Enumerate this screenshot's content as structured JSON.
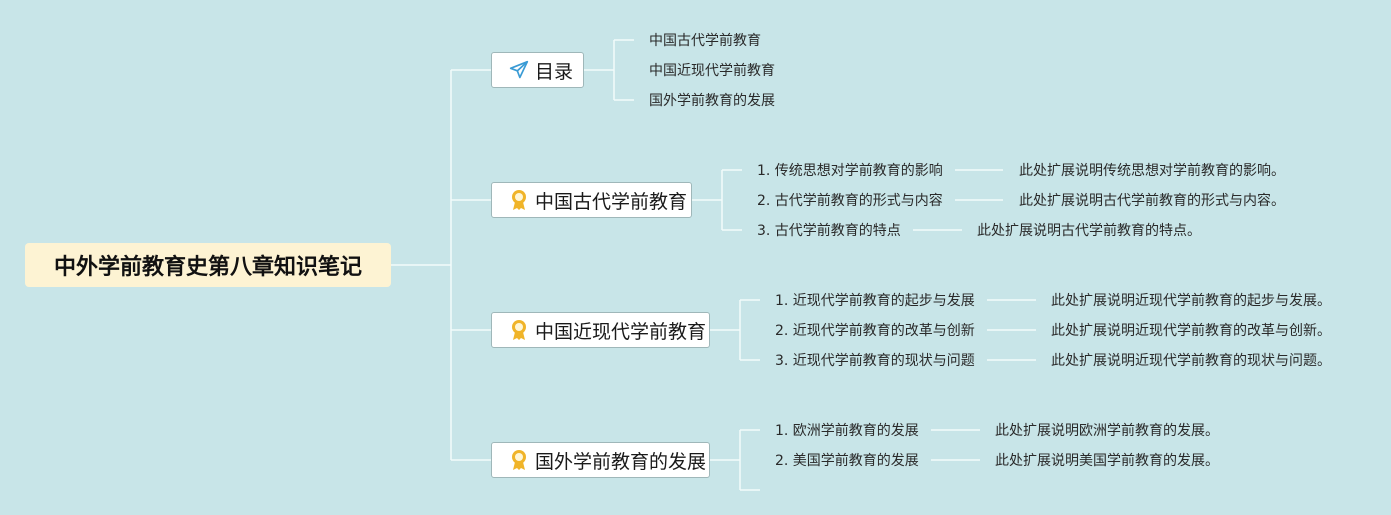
{
  "root": {
    "title": "中外学前教育史第八章知识笔记"
  },
  "branches": [
    {
      "label": "目录",
      "icon": "paper-plane-icon",
      "items": [
        {
          "text": "中国古代学前教育"
        },
        {
          "text": "中国近现代学前教育"
        },
        {
          "text": "国外学前教育的发展"
        }
      ]
    },
    {
      "label": "中国古代学前教育",
      "icon": "award-ribbon-icon",
      "items": [
        {
          "text": "1. 传统思想对学前教育的影响",
          "note": "此处扩展说明传统思想对学前教育的影响。"
        },
        {
          "text": "2. 古代学前教育的形式与内容",
          "note": "此处扩展说明古代学前教育的形式与内容。"
        },
        {
          "text": "3. 古代学前教育的特点",
          "note": "此处扩展说明古代学前教育的特点。"
        }
      ]
    },
    {
      "label": "中国近现代学前教育",
      "icon": "award-ribbon-icon",
      "items": [
        {
          "text": "1. 近现代学前教育的起步与发展",
          "note": "此处扩展说明近现代学前教育的起步与发展。"
        },
        {
          "text": "2. 近现代学前教育的改革与创新",
          "note": "此处扩展说明近现代学前教育的改革与创新。"
        },
        {
          "text": "3. 近现代学前教育的现状与问题",
          "note": "此处扩展说明近现代学前教育的现状与问题。"
        }
      ]
    },
    {
      "label": "国外学前教育的发展",
      "icon": "award-ribbon-icon",
      "items": [
        {
          "text": "1. 欧洲学前教育的发展",
          "note": "此处扩展说明欧洲学前教育的发展。"
        },
        {
          "text": "2. 美国学前教育的发展",
          "note": "此处扩展说明美国学前教育的发展。"
        }
      ]
    }
  ],
  "colors": {
    "background": "#c8e5e8",
    "root_fill": "#fdf3d3",
    "line": "#f2fbfb",
    "accent_icon": "#f0b429",
    "plane_icon": "#3a9bd5"
  }
}
